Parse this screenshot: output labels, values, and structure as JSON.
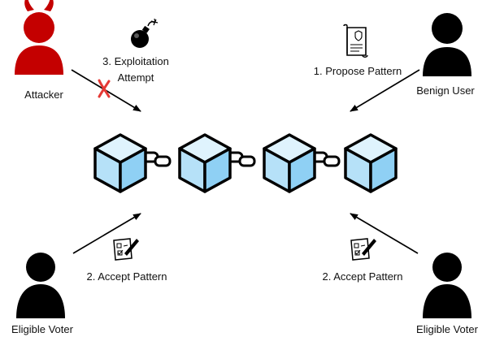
{
  "actors": {
    "attacker": {
      "label": "Attacker",
      "color": "#c40000"
    },
    "benign_user": {
      "label": "Benign User",
      "color": "#000000"
    },
    "voter_left": {
      "label": "Eligible Voter",
      "color": "#000000"
    },
    "voter_right": {
      "label": "Eligible Voter",
      "color": "#000000"
    }
  },
  "steps": {
    "exploit_line1": "3. Exploitation",
    "exploit_line2": "Attempt",
    "propose": "1. Propose Pattern",
    "accept_left": "2. Accept Pattern",
    "accept_right": "2. Accept Pattern"
  },
  "icons": {
    "bomb": "bomb-icon",
    "document": "document-certificate-icon",
    "ballot": "ballot-icon",
    "blocked": "red-cross-icon",
    "chain": "blockchain-icon"
  },
  "colors": {
    "block_light": "#dff3fd",
    "block_mid": "#b6e1f8",
    "block_dark": "#8fd0f4",
    "outline": "#000000",
    "cross": "#e53935"
  },
  "blockchain": {
    "block_count": 4
  }
}
